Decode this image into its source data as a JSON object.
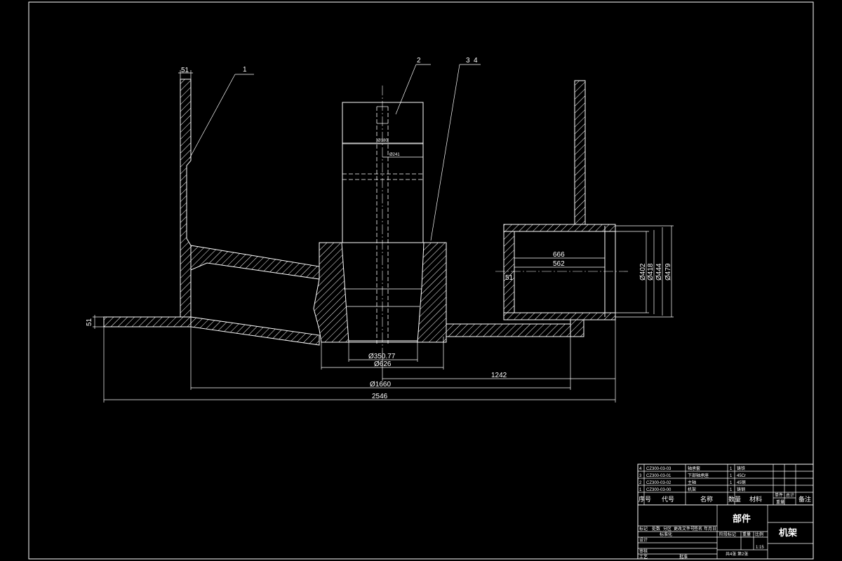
{
  "colors": {
    "background": "#000000",
    "line": "#ffffff"
  },
  "callouts": {
    "c1": "1",
    "c2": "2",
    "c3": "3",
    "c4": "4"
  },
  "dims": {
    "wall_left": "51",
    "base_left": "51",
    "pipe_left": "51",
    "pipe_len_outer": "666",
    "pipe_len_inner": "562",
    "d_pipe_1": "Ø402",
    "d_pipe_2": "Ø418",
    "d_pipe_3": "Ø444",
    "d_pipe_4": "Ø479",
    "shaft_1": "Ø180",
    "shaft_2": "Ø241",
    "bore": "Ø350.77",
    "hub": "Ø626",
    "offset": "1242",
    "span": "Ø1660",
    "overall": "2546"
  },
  "title_block": {
    "parts": [
      {
        "no": "4",
        "code": "CZ300-03-03",
        "name": "轴承套",
        "qty": "1",
        "mat": "铸铁"
      },
      {
        "no": "3",
        "code": "CZ300-03-01",
        "name": "下部轴承座",
        "qty": "1",
        "mat": "45Cr"
      },
      {
        "no": "2",
        "code": "CZ300-03-02",
        "name": "主轴",
        "qty": "1",
        "mat": "45钢"
      },
      {
        "no": "1",
        "code": "CZ300-03-00",
        "name": "机架",
        "qty": "1",
        "mat": "铸钢"
      }
    ],
    "header": {
      "no": "序号",
      "code": "代号",
      "name": "名称",
      "qty": "数量",
      "mat": "材料",
      "unit_weight": "单件",
      "total_weight": "总计",
      "weight": "重量",
      "remark": "备注"
    },
    "assembly_label": "部件",
    "drawing_name": "机架",
    "rev_row": [
      "标记",
      "处数",
      "分区",
      "更改文件号",
      "签名",
      "年月日"
    ],
    "roles": [
      "设计",
      "审核",
      "工艺"
    ],
    "role_tag": "标准化",
    "role_tag2": "批准",
    "stage": "阶段标记",
    "weight_label": "重量",
    "scale_label": "比例",
    "scale_value": "1:15",
    "sheets": "共4张 第2张"
  }
}
